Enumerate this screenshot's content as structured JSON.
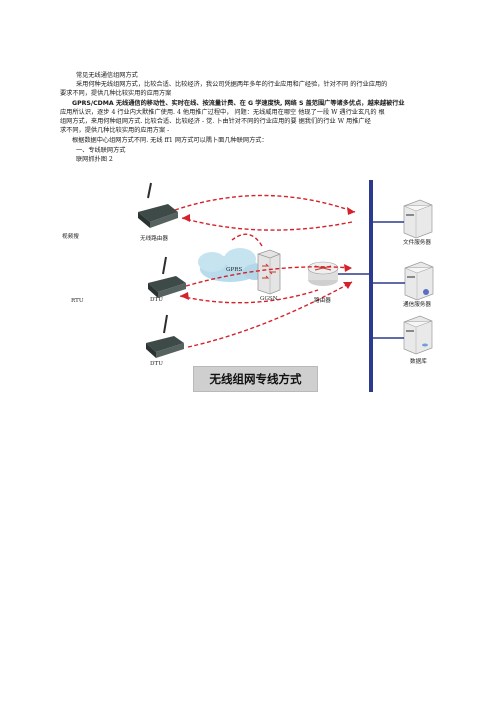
{
  "paragraphs": {
    "title": "常见无线通信组网方式",
    "p1a": "采用何种无线组网方式，比较合适、比较经济，我公司凭据两年多年的行业应用和广经验，针对不同 的行业应用的",
    "p1b": "要求不同，提供几种比较实用的应用方案",
    "p2a": "GPRS/CDMA 无线通信的移动性、实时在线、按流量计费、在 G 学速度快, 网络 S 盖范围广等诸多优点，越来越被行业",
    "p2b": "应用所认识，逐步 4 行业内大默推广使用. 4 他用推广过程中，  问题：无线威用在哪空    他现了一段 W 遇行业玄凡的  根",
    "p2c": "组网方式，来用何种组网方式. 比较合适、比较经济  - 觉. 卜由针对不同的行业应用的要     据我们的行业 W 用推广经",
    "p2d": "求不同，提供几种比较实用的应用方案 -",
    "p3": "根据数据中心组网方式不同.        无线 ff1 网方式可以隅卜面几种联网方式：",
    "s1": "一、专线联网方式",
    "s2": "联网抓扑图 2"
  },
  "diagram": {
    "left_labels": {
      "video": "视频搜",
      "rtu": "RTU"
    },
    "devices": [
      "无线路由器",
      "DTU",
      "DTU"
    ],
    "cloud_label": "GPRS",
    "ggsn_label": "GGSN",
    "router_label": "路由器",
    "servers": [
      "文件服务器",
      "通信服务器",
      "数据库"
    ],
    "caption": "无线组网专线方式",
    "colors": {
      "arrow": "#d6202a",
      "bus": "#2b3a8c",
      "cloud": "#b9dcec",
      "device": "#3d4a47"
    }
  }
}
